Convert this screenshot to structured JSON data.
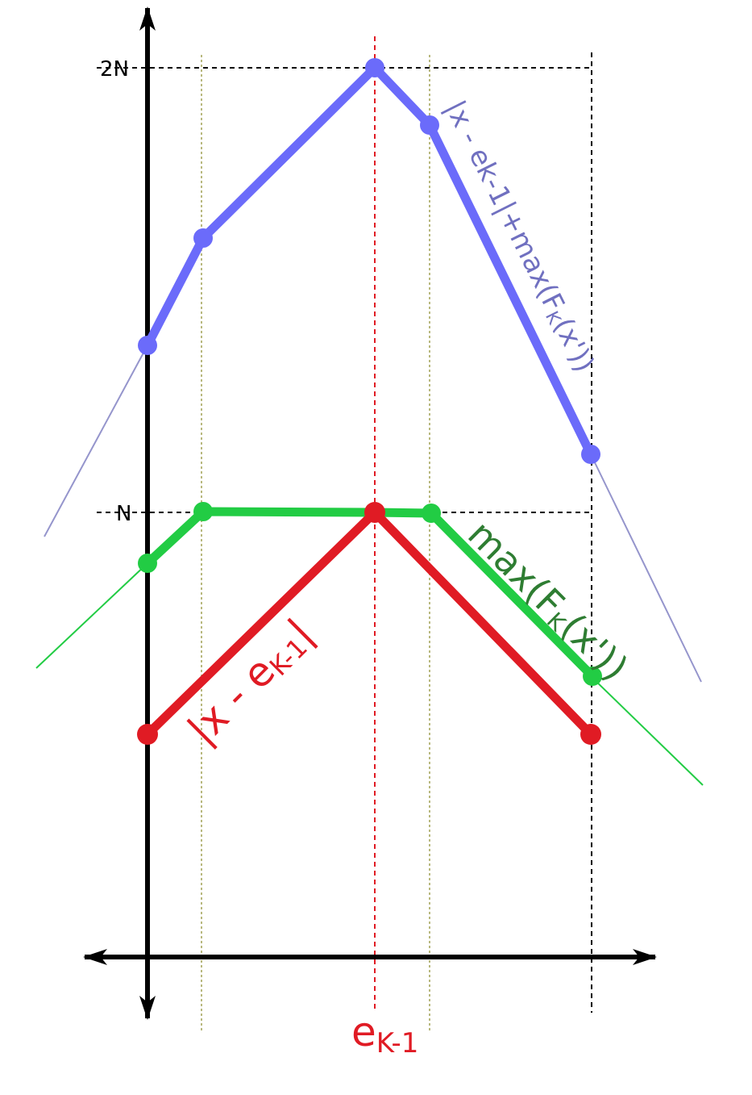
{
  "colors": {
    "blue": "#6b6bfa",
    "blue_label": "#7070c0",
    "blue_thin": "#9595cc",
    "green": "#22cc44",
    "green_label": "#2e7d32",
    "red": "#e01b24",
    "axis": "#000000",
    "guide_olive": "#8a8a2a"
  },
  "labels": {
    "y_tick_2n": "2N",
    "y_tick_n": "N",
    "x_tick_e": "e",
    "x_tick_e_sub": "K-1"
  },
  "curves": {
    "red": {
      "text": "|x - e",
      "sub": "K-1",
      "tail": "|"
    },
    "green": {
      "text": "max(F",
      "sub": "K",
      "tail": "(x'))"
    },
    "blue": {
      "text": "|x - ek-1|+max(F",
      "sub": "K",
      "tail": "(x'))"
    }
  }
}
